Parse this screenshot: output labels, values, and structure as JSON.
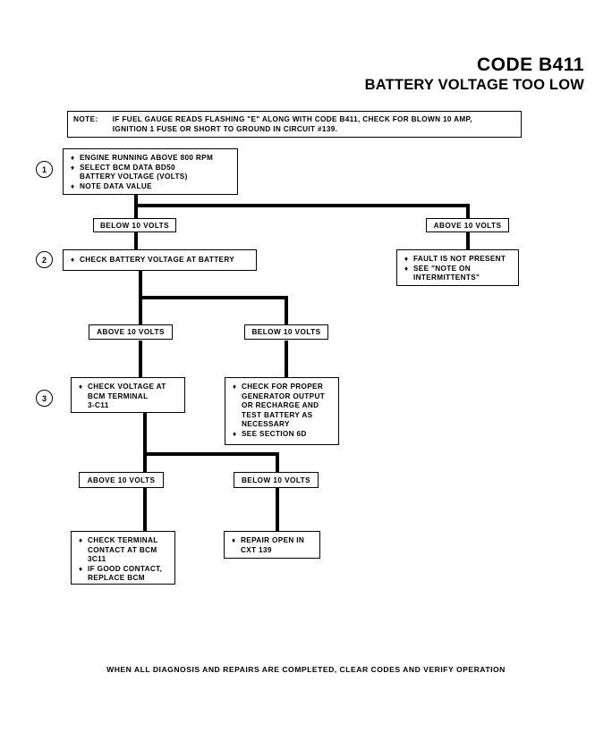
{
  "document": {
    "title_main": "CODE B411",
    "title_sub": "BATTERY VOLTAGE TOO LOW",
    "footer": "WHEN ALL DIAGNOSIS AND REPAIRS ARE COMPLETED, CLEAR CODES AND VERIFY OPERATION"
  },
  "note": {
    "label": "NOTE:",
    "text": "IF FUEL GAUGE READS FLASHING \"E\" ALONG WITH CODE B411, CHECK FOR BLOWN 10 AMP,\nIGNITION 1 FUSE OR SHORT TO GROUND IN CIRCUIT #139."
  },
  "steps": {
    "one": "1",
    "two": "2",
    "three": "3"
  },
  "bullet_glyph": "♦",
  "boxes": {
    "step1": {
      "items": [
        "ENGINE RUNNING ABOVE 800 RPM",
        "SELECT BCM DATA BD50\nBATTERY VOLTAGE (VOLTS)",
        "NOTE DATA VALUE"
      ]
    },
    "step2_check_battery": {
      "items": [
        "CHECK BATTERY VOLTAGE AT BATTERY"
      ]
    },
    "fault_not_present": {
      "items": [
        "FAULT IS NOT PRESENT",
        "SEE \"NOTE ON\nINTERMITTENTS\""
      ]
    },
    "step3_check_bcm_terminal": {
      "items": [
        "CHECK VOLTAGE AT\nBCM TERMINAL\n3-C11"
      ]
    },
    "step3_generator": {
      "items": [
        "CHECK FOR PROPER\nGENERATOR OUTPUT\nOR RECHARGE AND\nTEST BATTERY AS\nNECESSARY",
        "SEE SECTION 6D"
      ]
    },
    "check_terminal_contact": {
      "items": [
        "CHECK TERMINAL\nCONTACT AT BCM\n  3C11",
        "IF GOOD CONTACT,\nREPLACE BCM"
      ]
    },
    "repair_open": {
      "items": [
        "REPAIR OPEN IN\nCXT 139"
      ]
    }
  },
  "branch_labels": {
    "row1_left": "BELOW 10 VOLTS",
    "row1_right": "ABOVE 10 VOLTS",
    "row2_left": "ABOVE 10 VOLTS",
    "row2_right": "BELOW 10 VOLTS",
    "row3_left": "ABOVE 10 VOLTS",
    "row3_right": "BELOW 10 VOLTS"
  },
  "chart_data": {
    "type": "flowchart",
    "title": "CODE B411 - BATTERY VOLTAGE TOO LOW",
    "nodes": [
      {
        "id": "note",
        "kind": "note",
        "text": "NOTE: IF FUEL GAUGE READS FLASHING \"E\" ALONG WITH CODE B411, CHECK FOR BLOWN 10 AMP, IGNITION 1 FUSE OR SHORT TO GROUND IN CIRCUIT #139."
      },
      {
        "id": "s1",
        "kind": "action",
        "step": 1,
        "text": "ENGINE RUNNING ABOVE 800 RPM; SELECT BCM DATA BD50 BATTERY VOLTAGE (VOLTS); NOTE DATA VALUE"
      },
      {
        "id": "s2",
        "kind": "action",
        "step": 2,
        "text": "CHECK BATTERY VOLTAGE AT BATTERY"
      },
      {
        "id": "ok1",
        "kind": "terminal",
        "text": "FAULT IS NOT PRESENT; SEE \"NOTE ON INTERMITTENTS\""
      },
      {
        "id": "s3a",
        "kind": "action",
        "step": 3,
        "text": "CHECK VOLTAGE AT BCM TERMINAL 3-C11"
      },
      {
        "id": "s3b",
        "kind": "terminal",
        "text": "CHECK FOR PROPER GENERATOR OUTPUT OR RECHARGE AND TEST BATTERY AS NECESSARY; SEE SECTION 6D"
      },
      {
        "id": "t1",
        "kind": "terminal",
        "text": "CHECK TERMINAL CONTACT AT BCM 3C11; IF GOOD CONTACT, REPLACE BCM"
      },
      {
        "id": "t2",
        "kind": "terminal",
        "text": "REPAIR OPEN IN CXT 139"
      }
    ],
    "edges": [
      {
        "from": "s1",
        "to": "s2",
        "label": "BELOW 10 VOLTS"
      },
      {
        "from": "s1",
        "to": "ok1",
        "label": "ABOVE 10 VOLTS"
      },
      {
        "from": "s2",
        "to": "s3a",
        "label": "ABOVE 10 VOLTS"
      },
      {
        "from": "s2",
        "to": "s3b",
        "label": "BELOW 10 VOLTS"
      },
      {
        "from": "s3a",
        "to": "t1",
        "label": "ABOVE 10 VOLTS"
      },
      {
        "from": "s3a",
        "to": "t2",
        "label": "BELOW 10 VOLTS"
      }
    ],
    "footer": "WHEN ALL DIAGNOSIS AND REPAIRS ARE COMPLETED, CLEAR CODES AND VERIFY OPERATION"
  }
}
